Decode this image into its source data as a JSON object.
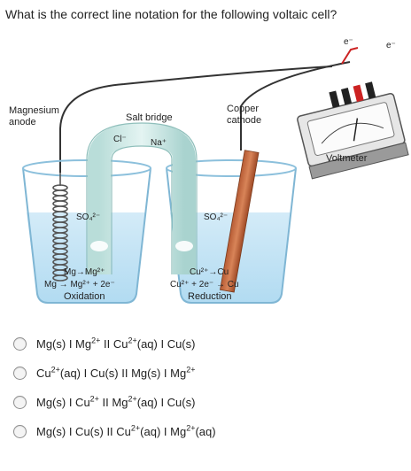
{
  "question": "What is the correct line notation for the following voltaic cell?",
  "figure": {
    "anode_label": [
      "Magnesium",
      "anode"
    ],
    "salt_bridge_label": "Salt bridge",
    "cl_label": "Cl⁻",
    "na_label": "Na⁺",
    "cathode_label": [
      "Copper",
      "cathode"
    ],
    "voltmeter_label": "Voltmeter",
    "electron_label": "e⁻",
    "sulfate_left": "SO₄²⁻",
    "sulfate_right": "SO₄²⁻",
    "left_ion_line": "Mg→Mg²⁺",
    "left_equation": "Mg → Mg²⁺ + 2e⁻",
    "left_process": "Oxidation",
    "right_ion_line": "Cu²⁺→Cu",
    "right_equation": "Cu²⁺ + 2e⁻ → Cu",
    "right_process": "Reduction"
  },
  "options": [
    {
      "parts": [
        "Mg(s) I Mg",
        "2+",
        " II Cu",
        "2+",
        "(aq) I Cu(s)"
      ]
    },
    {
      "parts": [
        "Cu",
        "2+",
        "(aq) I Cu(s) II Mg(s) I Mg",
        "2+",
        ""
      ]
    },
    {
      "parts": [
        "Mg(s) I Cu",
        "2+",
        " II Mg",
        "2+",
        "(aq) I Cu(s)"
      ]
    },
    {
      "parts": [
        "Mg(s) I Cu(s) II Cu",
        "2+",
        "(aq) I Mg",
        "2+",
        "(aq)"
      ]
    }
  ]
}
